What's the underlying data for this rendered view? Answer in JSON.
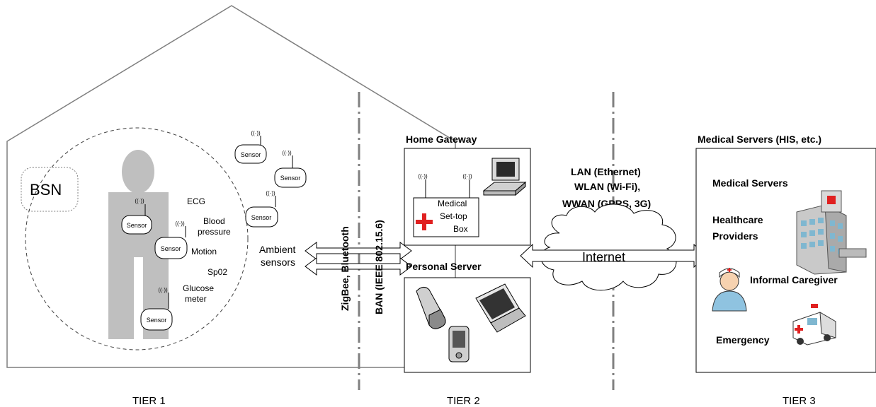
{
  "tiers": {
    "tier1": "TIER 1",
    "tier2": "TIER 2",
    "tier3": "TIER 3"
  },
  "tier1": {
    "bsn_label": "BSN",
    "sensor_label": "Sensor",
    "body_sensors": {
      "ecg": "ECG",
      "blood_line1": "Blood",
      "blood_line2": "pressure",
      "motion": "Motion",
      "sp02": "Sp02",
      "glucose_line1": "Glucose",
      "glucose_line2": "meter"
    },
    "ambient_line1": "Ambient",
    "ambient_line2": "sensors"
  },
  "links": {
    "zigbee": "ZigBee, Bluetooth",
    "ban": "BAN (IEEE 802.15.6)",
    "lan": "LAN (Ethernet)",
    "wlan": "WLAN (Wi-Fi),",
    "wwan": "WWAN (GPRS, 3G)",
    "internet": "Internet"
  },
  "tier2": {
    "home_gateway_title": "Home Gateway",
    "settop_line1": "Medical",
    "settop_line2": "Set-top",
    "settop_line3": "Box",
    "personal_server_title": "Personal Server"
  },
  "tier3": {
    "title": "Medical Servers (HIS, etc.)",
    "medical_servers": "Medical Servers",
    "healthcare_line1": "Healthcare",
    "healthcare_line2": "Providers",
    "informal_caregiver": "Informal Caregiver",
    "emergency": "Emergency"
  },
  "colors": {
    "outline": "#808080",
    "person": "#bfbfbf",
    "cross": "#e02020",
    "cloud_fill": "#ffffff"
  }
}
